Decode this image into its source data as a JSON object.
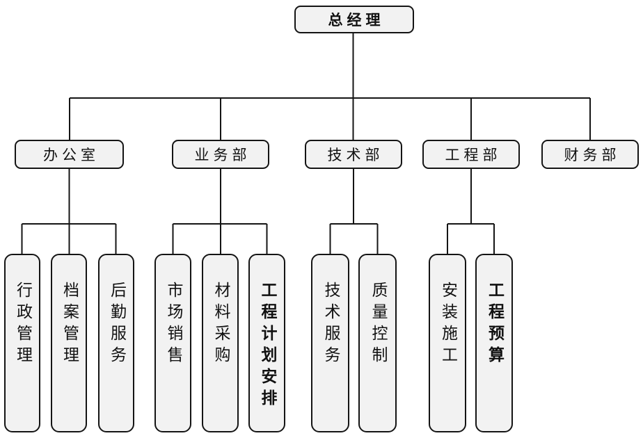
{
  "root": {
    "label": "总经理"
  },
  "departments": [
    {
      "label": "办公室",
      "children": [
        {
          "label": "行政管理"
        },
        {
          "label": "档案管理"
        },
        {
          "label": "后勤服务"
        }
      ]
    },
    {
      "label": "业务部",
      "children": [
        {
          "label": "市场销售"
        },
        {
          "label": "材料采购"
        },
        {
          "label": "工程计划安排"
        }
      ]
    },
    {
      "label": "技术部",
      "children": [
        {
          "label": "技术服务"
        },
        {
          "label": "质量控制"
        }
      ]
    },
    {
      "label": "工程部",
      "children": [
        {
          "label": "安装施工"
        },
        {
          "label": "工程预算"
        }
      ]
    },
    {
      "label": "财务部",
      "children": []
    }
  ],
  "colors": {
    "box_fill": "#f2f2f2",
    "box_border": "#141414",
    "connector_line": "#141414",
    "background": "#ffffff"
  }
}
